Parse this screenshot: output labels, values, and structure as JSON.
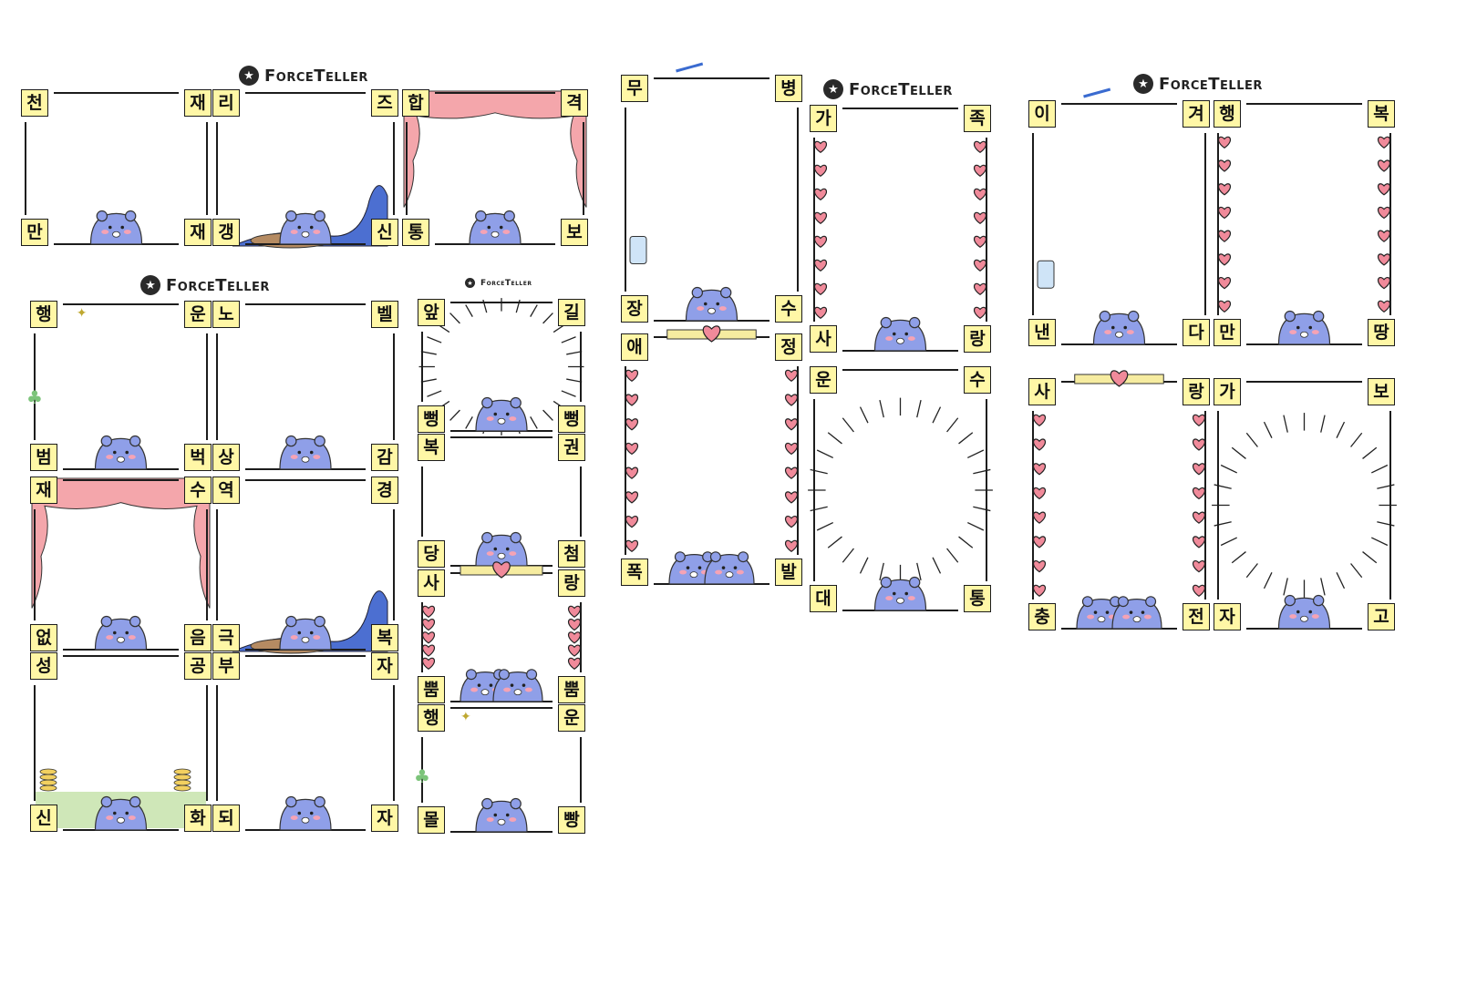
{
  "brand": {
    "name": "ForceTeller",
    "logo_icon": "star-circle-icon"
  },
  "colors": {
    "tile_fill": "#fff7a6",
    "tile_border": "#1c1c1c",
    "bear": "#8f9fe8",
    "heart": "#f08a9a",
    "cloud": "#f4a6ab",
    "wave": "#4c6fd1"
  },
  "frames": [
    {
      "id": "f1",
      "decor": "plain",
      "tiles": {
        "tl": "천",
        "tr": "재",
        "bl": "만",
        "br": "재"
      }
    },
    {
      "id": "f2",
      "decor": "wave",
      "tiles": {
        "tl": "리",
        "tr": "즈",
        "bl": "갱",
        "br": "신"
      }
    },
    {
      "id": "f3",
      "decor": "cloud",
      "tiles": {
        "tl": "합",
        "tr": "격",
        "bl": "통",
        "br": "보"
      }
    },
    {
      "id": "f4",
      "decor": "clover",
      "tiles": {
        "tl": "행",
        "tr": "운",
        "bl": "범",
        "br": "벅"
      }
    },
    {
      "id": "f5",
      "decor": "plain",
      "tiles": {
        "tl": "노",
        "tr": "벨",
        "bl": "상",
        "br": "감"
      }
    },
    {
      "id": "f6",
      "decor": "cloud",
      "tiles": {
        "tl": "재",
        "tr": "수",
        "bl": "없",
        "br": "음"
      }
    },
    {
      "id": "f7",
      "decor": "wave",
      "tiles": {
        "tl": "역",
        "tr": "경",
        "bl": "극",
        "br": "복"
      }
    },
    {
      "id": "f8",
      "decor": "coins",
      "tiles": {
        "tl": "성",
        "tr": "공",
        "bl": "신",
        "br": "화"
      }
    },
    {
      "id": "f9",
      "decor": "plain",
      "tiles": {
        "tl": "부",
        "tr": "자",
        "bl": "되",
        "br": "자"
      }
    },
    {
      "id": "f10",
      "decor": "rays",
      "tiles": {
        "tl": "앞",
        "tr": "길",
        "bl": "뻥",
        "br": "뻥"
      }
    },
    {
      "id": "f11",
      "decor": "plain",
      "tiles": {
        "tl": "복",
        "tr": "권",
        "bl": "당",
        "br": "첨"
      }
    },
    {
      "id": "f12",
      "decor": "hearts",
      "tiles": {
        "tl": "사",
        "tr": "랑",
        "bl": "뿜",
        "br": "뿜"
      }
    },
    {
      "id": "f13",
      "decor": "clover",
      "tiles": {
        "tl": "행",
        "tr": "운",
        "bl": "몰",
        "br": "빵"
      }
    },
    {
      "id": "f14",
      "decor": "medical",
      "tiles": {
        "tl": "무",
        "tr": "병",
        "bl": "장",
        "br": "수"
      }
    },
    {
      "id": "f15",
      "decor": "hearts",
      "tiles": {
        "tl": "가",
        "tr": "족",
        "bl": "사",
        "br": "랑"
      }
    },
    {
      "id": "f16",
      "decor": "hearts",
      "tiles": {
        "tl": "애",
        "tr": "정",
        "bl": "폭",
        "br": "발"
      }
    },
    {
      "id": "f17",
      "decor": "rays",
      "tiles": {
        "tl": "운",
        "tr": "수",
        "bl": "대",
        "br": "통"
      }
    },
    {
      "id": "f18",
      "decor": "medical",
      "tiles": {
        "tl": "이",
        "tr": "겨",
        "bl": "낸",
        "br": "다"
      }
    },
    {
      "id": "f19",
      "decor": "hearts",
      "tiles": {
        "tl": "행",
        "tr": "복",
        "bl": "만",
        "br": "땅"
      }
    },
    {
      "id": "f20",
      "decor": "hearts",
      "tiles": {
        "tl": "사",
        "tr": "랑",
        "bl": "충",
        "br": "전"
      }
    },
    {
      "id": "f21",
      "decor": "rays",
      "tiles": {
        "tl": "가",
        "tr": "보",
        "bl": "자",
        "br": "고"
      }
    }
  ]
}
